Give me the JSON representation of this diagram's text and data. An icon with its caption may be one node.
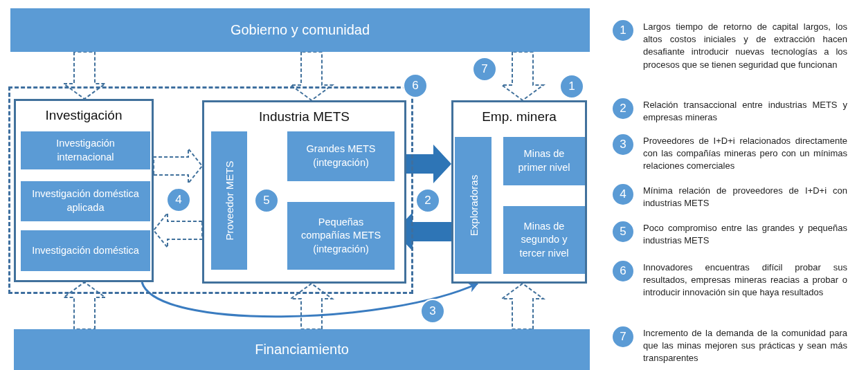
{
  "diagram": {
    "nodes": [
      {
        "text": [
          "Gobierno y comunidad"
        ]
      },
      {
        "text": [],
        "shape": "box"
      },
      {
        "text": [
          "Investigación"
        ],
        "in": 1
      },
      {
        "text": [
          "Investigación internacional"
        ],
        "in": 2
      },
      {
        "text": [
          "Investigación doméstica aplicada"
        ],
        "in": 2
      },
      {
        "text": [
          "Investigación doméstica"
        ],
        "in": 2
      },
      {
        "text": [
          "Industria METS"
        ],
        "in": 1
      },
      {
        "text": [
          "Proveedor METS"
        ],
        "in": 6
      },
      {
        "text": [
          "Grandes METS (integración)"
        ],
        "in": 6
      },
      {
        "text": [
          "Pequeñas compañías METS (integración)"
        ],
        "in": 6
      },
      {
        "text": [
          "Emp. minera"
        ]
      },
      {
        "text": [
          "Exploradoras"
        ],
        "in": 10
      },
      {
        "text": [
          "Minas de primer nivel"
        ],
        "in": 10
      },
      {
        "text": [
          "Minas de segundo y tercer nivel"
        ],
        "in": 10
      },
      {
        "text": [
          "Financiamiento"
        ]
      },
      {
        "text": [
          "6"
        ]
      },
      {
        "text": [
          "7"
        ]
      },
      {
        "text": [
          "1"
        ]
      },
      {
        "text": [
          "4"
        ],
        "in": 1
      },
      {
        "text": [
          "5"
        ],
        "in": 6
      },
      {
        "text": [
          "2"
        ]
      },
      {
        "text": [
          "3"
        ]
      },
      {
        "text": [
          "1"
        ],
        "beside": [
          "Largos tiempo de retorno de capital largos, los altos costos iniciales y de extracción hacen desafiante introducir nuevas tecnologías a los procesos que se tienen seguridad que funcionan"
        ]
      },
      {
        "text": [
          "2"
        ],
        "beside": [
          "Relación transaccional entre industrias METS y empresas mineras"
        ]
      },
      {
        "text": [
          "3"
        ],
        "beside": [
          "Proveedores de I+D+i relacionados directamente con las compañías mineras pero con un mínimas relaciones comerciales"
        ]
      },
      {
        "text": [
          "4"
        ],
        "beside": [
          "Mínima relación de proveedores de I+D+i con industrias METS"
        ]
      },
      {
        "text": [
          "5"
        ],
        "beside": [
          "Poco compromiso entre las grandes y pequeñas industrias METS"
        ]
      },
      {
        "text": [
          "6"
        ],
        "beside": [
          "Innovadores encuentras difícil probar sus resultados, empresas mineras reacias a probar o introducir innovación sin que haya resultados"
        ]
      },
      {
        "text": [
          "7"
        ],
        "beside": [
          "Incremento de la demanda de la comunidad para que las minas mejoren sus prácticas y sean más transparentes"
        ]
      }
    ],
    "edges": [
      {
        "from": 0,
        "to": 2,
        "arrow": "to",
        "style": "dashed"
      },
      {
        "from": 0,
        "to": 6,
        "arrow": "to",
        "style": "dashed"
      },
      {
        "from": 0,
        "to": 10,
        "arrow": "to",
        "style": "dashed"
      },
      {
        "from": 14,
        "to": 2,
        "arrow": "to",
        "style": "dashed"
      },
      {
        "from": 14,
        "to": 6,
        "arrow": "to",
        "style": "dashed"
      },
      {
        "from": 14,
        "to": 10,
        "arrow": "to",
        "style": "dashed"
      },
      {
        "from": 2,
        "to": 6,
        "arrow": "to",
        "style": "dashed"
      },
      {
        "from": 6,
        "to": 2,
        "arrow": "to",
        "style": "dashed"
      },
      {
        "from": 8,
        "to": 10,
        "arrow": "to",
        "style": "thick"
      },
      {
        "from": 10,
        "to": 9,
        "arrow": "to",
        "style": "thick"
      },
      {
        "from": 2,
        "to": 10,
        "arrow": "to"
      }
    ]
  }
}
